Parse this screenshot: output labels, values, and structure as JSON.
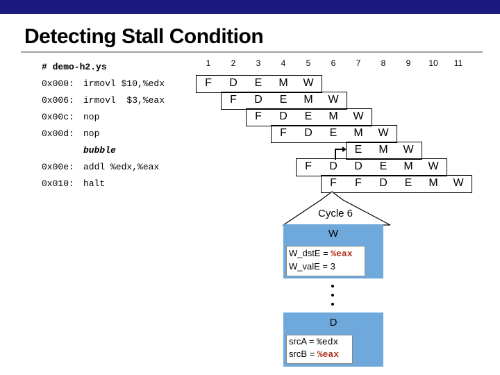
{
  "slide": {
    "title": "Detecting Stall Condition",
    "file_label": "# demo-h2.ys",
    "bubble_label": "bubble",
    "colors": {
      "topbar": "#1a1a80",
      "callout_blue": "#6fa9dc",
      "register_red": "#b0301a"
    }
  },
  "instructions": [
    {
      "addr": "0x000:",
      "op": "irmovl $10,%edx"
    },
    {
      "addr": "0x006:",
      "op": "irmovl  $3,%eax"
    },
    {
      "addr": "0x00c:",
      "op": "nop"
    },
    {
      "addr": "0x00d:",
      "op": "nop"
    },
    {
      "addr": "0x00e:",
      "op": "addl %edx,%eax"
    },
    {
      "addr": "0x010:",
      "op": "halt"
    }
  ],
  "cycles": [
    "1",
    "2",
    "3",
    "4",
    "5",
    "6",
    "7",
    "8",
    "9",
    "10",
    "11"
  ],
  "pipeline_rows": [
    [
      "F",
      "D",
      "E",
      "M",
      "W"
    ],
    [
      "F",
      "D",
      "E",
      "M",
      "W"
    ],
    [
      "F",
      "D",
      "E",
      "M",
      "W"
    ],
    [
      "F",
      "D",
      "E",
      "M",
      "W"
    ],
    [
      "E",
      "M",
      "W"
    ],
    [
      "F",
      "D",
      "D",
      "E",
      "M",
      "W"
    ],
    [
      "F",
      "F",
      "D",
      "E",
      "M",
      "W"
    ]
  ],
  "callout": {
    "cycle_label": "Cycle 6",
    "w_stage": {
      "title": "W",
      "line1_prefix": "W_dstE = ",
      "line1_reg": "%eax",
      "line2": "W_valE = 3"
    },
    "d_stage": {
      "title": "D",
      "line1_prefix": "srcA = ",
      "line1_reg": "%edx",
      "line2_prefix": "srcB = ",
      "line2_reg": "%eax"
    }
  }
}
